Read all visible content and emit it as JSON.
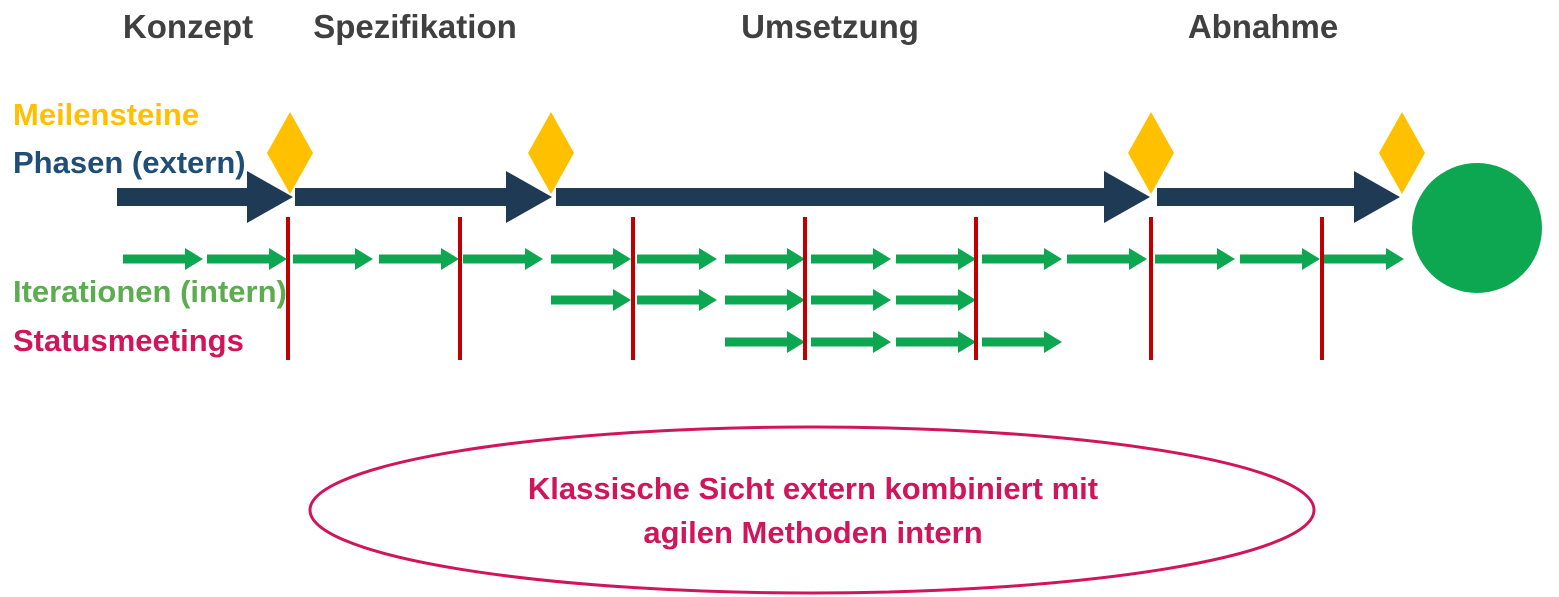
{
  "phases": [
    "Konzept",
    "Spezifikation",
    "Umsetzung",
    "Abnahme"
  ],
  "legend": {
    "meilensteine": "Meilensteine",
    "phasen": "Phasen (extern)",
    "iterationen": "Iterationen (intern)",
    "statusmeetings": "Statusmeetings"
  },
  "colors": {
    "phase_label_gray": "#404040",
    "phase_arrow_navy": "#1F3A55",
    "phasen_label_navy": "#1F4E79",
    "milestone_gold": "#FFC000",
    "iteration_green": "#0CA750",
    "iterationen_label_green": "#5BAD4F",
    "statusmeeting_red": "#C00000",
    "crimson": "#D0155C"
  },
  "diagram": {
    "phase_arrow_count": 4,
    "milestone_count": 4,
    "statusmeeting_count": 7,
    "iteration_rows": [
      {
        "arrows": 15
      },
      {
        "arrows": 5
      },
      {
        "arrows": 4
      }
    ],
    "end_marker": "green-circle"
  },
  "ellipse": {
    "line1": "Klassische Sicht extern kombiniert mit",
    "line2": "agilen Methoden intern"
  }
}
